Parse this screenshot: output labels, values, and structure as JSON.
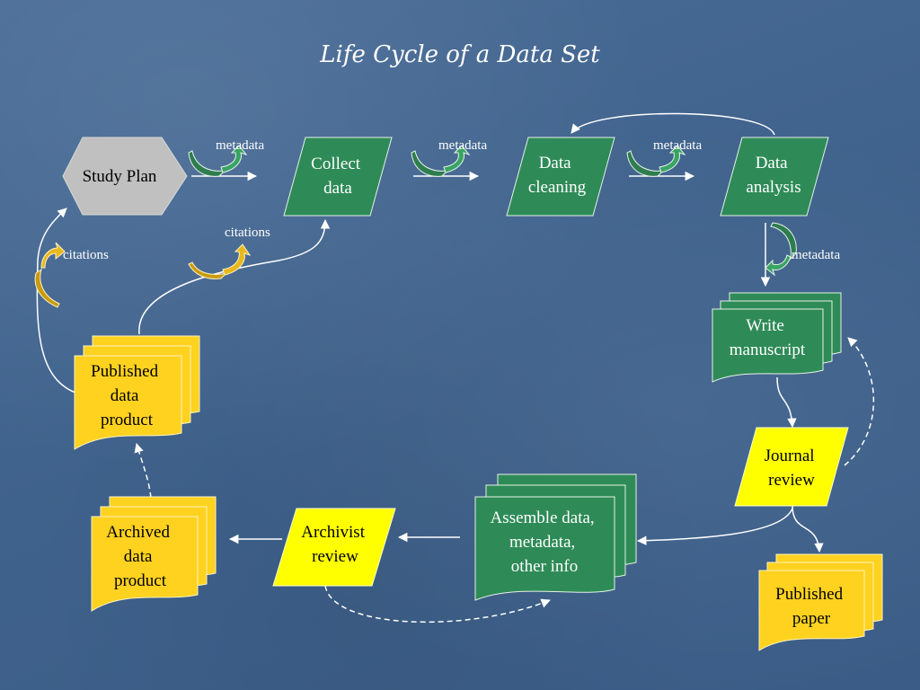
{
  "title": "Life Cycle of a Data Set",
  "nodes": {
    "study_plan": "Study Plan",
    "collect_data": [
      "Collect",
      "data"
    ],
    "data_cleaning": [
      "Data",
      "cleaning"
    ],
    "data_analysis": [
      "Data",
      "analysis"
    ],
    "write_manuscript": [
      "Write",
      "manuscript"
    ],
    "journal_review": [
      "Journal",
      "review"
    ],
    "published_paper": [
      "Published",
      "paper"
    ],
    "assemble": [
      "Assemble data,",
      "metadata,",
      "other info"
    ],
    "archivist_review": [
      "Archivist",
      "review"
    ],
    "archived_product": [
      "Archived",
      "data",
      "product"
    ],
    "published_product": [
      "Published",
      "data",
      "product"
    ]
  },
  "labels": {
    "metadata": "metadata",
    "citations": "citations"
  },
  "colors": {
    "green": "#2e8b57",
    "yellow": "#ffd21f",
    "bright_yellow": "#ffff00",
    "gray": "#c0c0c0",
    "gold_arrow": "#d4a418"
  }
}
